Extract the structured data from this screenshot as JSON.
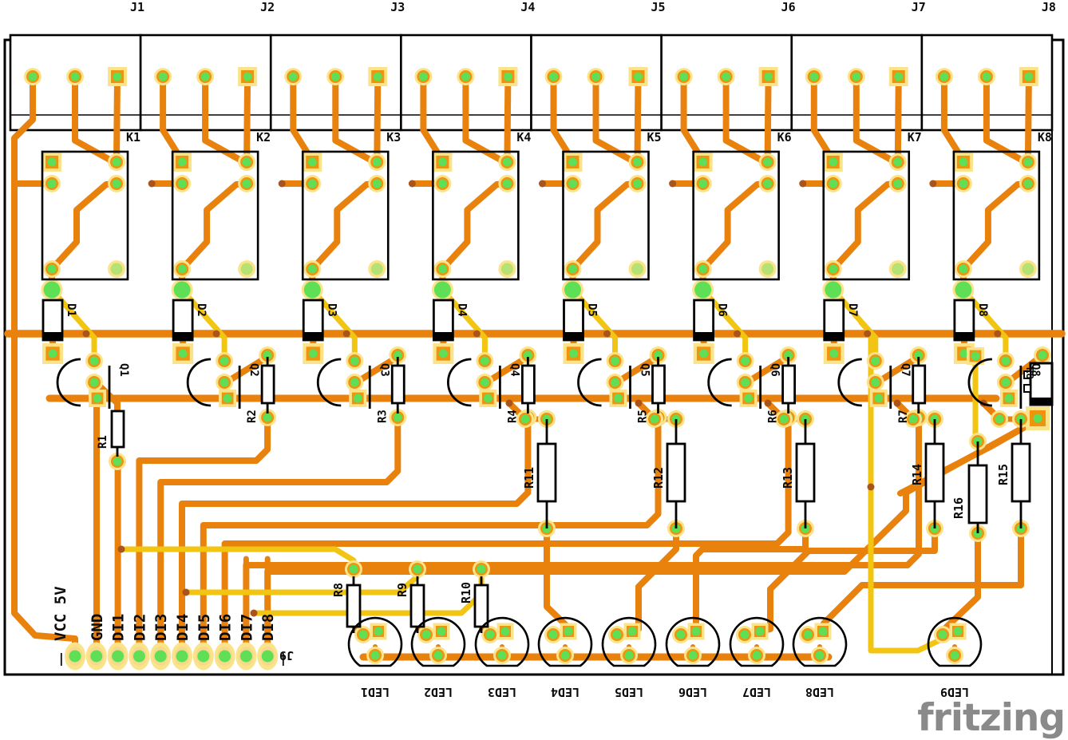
{
  "colors": {
    "board_bg": "#ffffff",
    "silkscreen": "#000000",
    "copper_bottom": "#e8820d",
    "copper_top": "#f2c512",
    "via": "#a9541c",
    "pad_green": "#5fdf55",
    "pad_halo": "#fbe38a",
    "pad_ring": "#f0930f",
    "logo_gray": "#8a8a8a"
  },
  "top_connectors": [
    "J1",
    "J2",
    "J3",
    "J4",
    "J5",
    "J6",
    "J7",
    "J8"
  ],
  "relays": [
    "K1",
    "K2",
    "K3",
    "K4",
    "K5",
    "K6",
    "K7",
    "K8"
  ],
  "diodes": [
    "D1",
    "D2",
    "D3",
    "D4",
    "D5",
    "D6",
    "D7",
    "D8"
  ],
  "transistors": [
    "Q1",
    "Q2",
    "Q3",
    "Q4",
    "Q5",
    "Q6",
    "Q7",
    "Q8"
  ],
  "base_resistors": [
    "R1",
    "R2",
    "R3",
    "R4",
    "R5",
    "R6",
    "R7",
    "R8"
  ],
  "bottom_resistors": [
    "R8",
    "R9",
    "R10"
  ],
  "mid_resistors": [
    "R11",
    "R12",
    "R13"
  ],
  "right_resistors": [
    "R14",
    "R16",
    "R15"
  ],
  "header": {
    "label": "J9",
    "tick": "|",
    "pins": [
      "VCC 5V",
      "GND",
      "DI1",
      "DI2",
      "DI3",
      "DI4",
      "DI5",
      "DI6",
      "DI7",
      "DI8"
    ]
  },
  "leds": [
    "LED1",
    "LED2",
    "LED3",
    "LED4",
    "LED5",
    "LED6",
    "LED7",
    "LED8",
    "LED9"
  ],
  "logo": "fritzing"
}
